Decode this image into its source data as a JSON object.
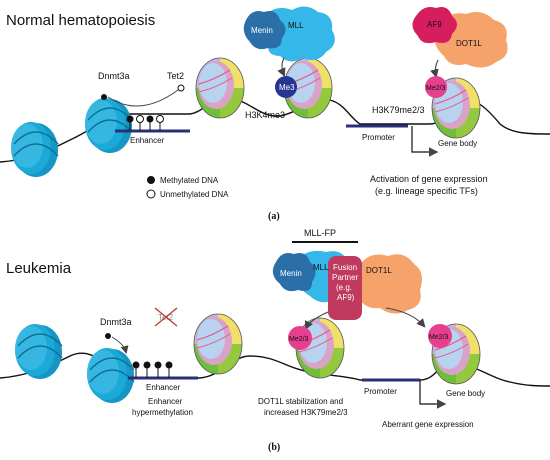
{
  "colors": {
    "nucleosome_blue": "#1ba9d8",
    "menin": "#2a6fa8",
    "mll": "#35b7ea",
    "me3": "#283593",
    "af9": "#d61e5e",
    "dot1l": "#f6a36b",
    "fusion_partner": "#c0395e",
    "me23": "#e63f8e"
  },
  "top": {
    "title": "Normal hematopoiesis",
    "panel_label": "(a)",
    "dnmt3a": "Dnmt3a",
    "tet2": "Tet2",
    "enhancer": "Enhancer",
    "menin": "Menin",
    "mll": "MLL",
    "me3": "Me3",
    "h3k4me3": "H3K4me3",
    "af9": "AF9",
    "dot1l": "DOT1L",
    "me23": "Me2/3",
    "h3k79": "H3K79me2/3",
    "promoter": "Promoter",
    "gene_body": "Gene body",
    "legend_methylated": "Methylated DNA",
    "legend_unmethylated": "Unmethylated DNA",
    "activation_line1": "Activation of gene expression",
    "activation_line2": "(e.g. lineage specific TFs)"
  },
  "bottom": {
    "title": "Leukemia",
    "panel_label": "(b)",
    "mll_fp": "MLL-FP",
    "dnmt3a": "Dnmt3a",
    "tet2": "Tet2",
    "enhancer": "Enhancer",
    "hyper_line1": "Enhancer",
    "hyper_line2": "hypermethylation",
    "menin": "Menin",
    "mll": "MLL",
    "fusion_line1": "Fusion",
    "fusion_line2": "Partner",
    "fusion_line3": "(e.g.",
    "fusion_line4": "AF9)",
    "dot1l": "DOT1L",
    "me23_left": "Me2/3",
    "me23_right": "Me2/3",
    "dot1l_stab_line1": "DOT1L stabilization and",
    "dot1l_stab_line2": "increased H3K79me2/3",
    "promoter": "Promoter",
    "gene_body": "Gene body",
    "aberrant": "Aberrant gene expression"
  }
}
